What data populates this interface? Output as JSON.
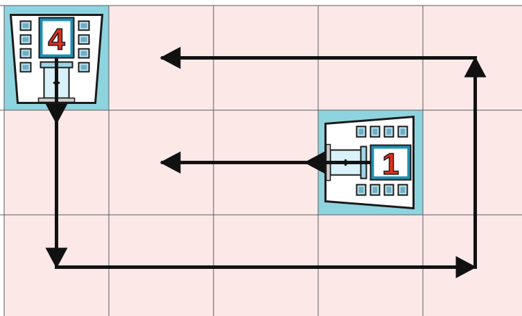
{
  "board": {
    "rows": 3,
    "cols": 5,
    "cell_color": "#FDE8E8",
    "line_color": "#5a5a5a",
    "start_cell_bg": "#8ED4DF"
  },
  "buildings": [
    {
      "id": "building-4",
      "label": "4",
      "row": 0,
      "col": 0,
      "facing": "down"
    },
    {
      "id": "building-1",
      "label": "1",
      "row": 1,
      "col": 3,
      "facing": "left"
    }
  ],
  "paths": [
    {
      "id": "path-building-4",
      "cells": [
        [
          0,
          0
        ],
        [
          2,
          0
        ],
        [
          2,
          4
        ],
        [
          0,
          4
        ],
        [
          0,
          1
        ]
      ]
    },
    {
      "id": "path-building-1",
      "cells": [
        [
          1,
          3
        ],
        [
          1,
          1
        ]
      ]
    }
  ],
  "colors": {
    "arrow": "#111111",
    "building_wall": "#FFFFFF",
    "building_outline": "#1a1a1a",
    "window": "#BFE6F2",
    "number_panel": "#1F8FB0",
    "number": "#E0301E",
    "door_frame": "#9ED6E6"
  }
}
